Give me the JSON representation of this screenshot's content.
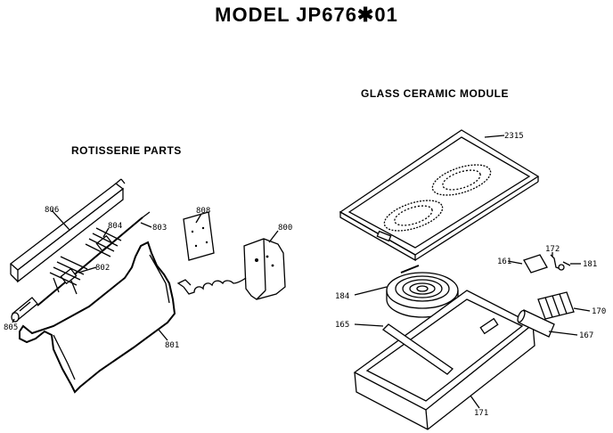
{
  "title": "MODEL JP676✱01",
  "sections": {
    "rotisserie": "ROTISSERIE PARTS",
    "glass_ceramic": "GLASS CERAMIC MODULE"
  },
  "parts": {
    "p806": "806",
    "p808": "808",
    "p804": "804",
    "p803": "803",
    "p800": "800",
    "p802": "802",
    "p805": "805",
    "p801": "801",
    "p2315": "2315",
    "p172": "172",
    "p161": "161",
    "p181": "181",
    "p184": "184",
    "p170": "170",
    "p165": "165",
    "p167": "167",
    "p171": "171"
  }
}
